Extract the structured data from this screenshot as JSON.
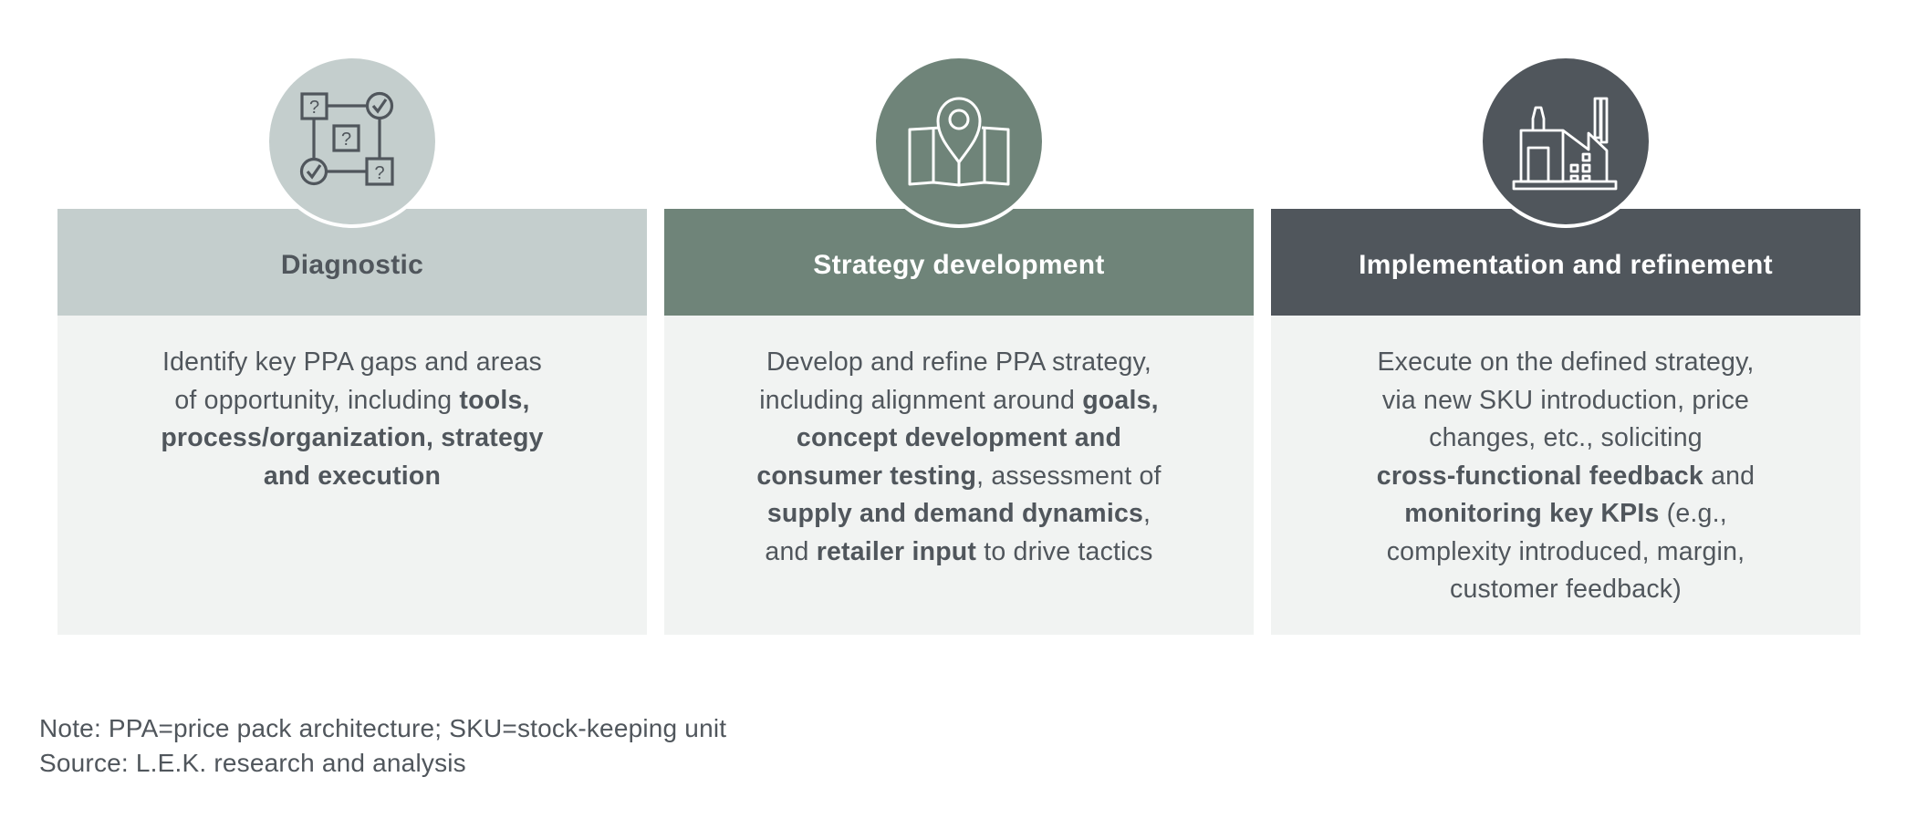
{
  "colors": {
    "text": "#50565c",
    "body_bg": "#f1f3f2",
    "stage1": "#c4cecd",
    "stage2": "#6f8479",
    "stage3": "#50565c",
    "white": "#ffffff"
  },
  "stages": [
    {
      "title": "Diagnostic",
      "icon": "decision-flow-icon",
      "header_color": "#c4cecd",
      "title_color": "#50565c",
      "lines": [
        [
          {
            "t": "Identify key PPA gaps and areas",
            "b": false
          }
        ],
        [
          {
            "t": "of opportunity, including ",
            "b": false
          },
          {
            "t": "tools,",
            "b": true
          }
        ],
        [
          {
            "t": "process/organization, strategy",
            "b": true
          }
        ],
        [
          {
            "t": "and execution",
            "b": true
          }
        ]
      ]
    },
    {
      "title": "Strategy development",
      "icon": "map-pin-icon",
      "header_color": "#6f8479",
      "title_color": "#ffffff",
      "lines": [
        [
          {
            "t": "Develop and refine PPA strategy,",
            "b": false
          }
        ],
        [
          {
            "t": "including alignment around ",
            "b": false
          },
          {
            "t": "goals,",
            "b": true
          }
        ],
        [
          {
            "t": "concept development and",
            "b": true
          }
        ],
        [
          {
            "t": "consumer testing",
            "b": true
          },
          {
            "t": ", assessment of",
            "b": false
          }
        ],
        [
          {
            "t": "supply and demand dynamics",
            "b": true
          },
          {
            "t": ",",
            "b": false
          }
        ],
        [
          {
            "t": "and ",
            "b": false
          },
          {
            "t": "retailer input",
            "b": true
          },
          {
            "t": " to drive tactics",
            "b": false
          }
        ]
      ]
    },
    {
      "title": "Implementation and refinement",
      "icon": "factory-icon",
      "header_color": "#50565c",
      "title_color": "#ffffff",
      "lines": [
        [
          {
            "t": "Execute on the defined strategy,",
            "b": false
          }
        ],
        [
          {
            "t": "via new SKU introduction, price",
            "b": false
          }
        ],
        [
          {
            "t": "changes, etc., soliciting",
            "b": false
          }
        ],
        [
          {
            "t": "cross-functional feedback",
            "b": true
          },
          {
            "t": " and",
            "b": false
          }
        ],
        [
          {
            "t": "monitoring key KPIs",
            "b": true
          },
          {
            "t": " (e.g.,",
            "b": false
          }
        ],
        [
          {
            "t": "complexity introduced, margin,",
            "b": false
          }
        ],
        [
          {
            "t": "customer feedback)",
            "b": false
          }
        ]
      ]
    }
  ],
  "footnotes": {
    "note": "Note: PPA=price pack architecture; SKU=stock-keeping unit",
    "source": "Source: L.E.K. research and analysis"
  }
}
